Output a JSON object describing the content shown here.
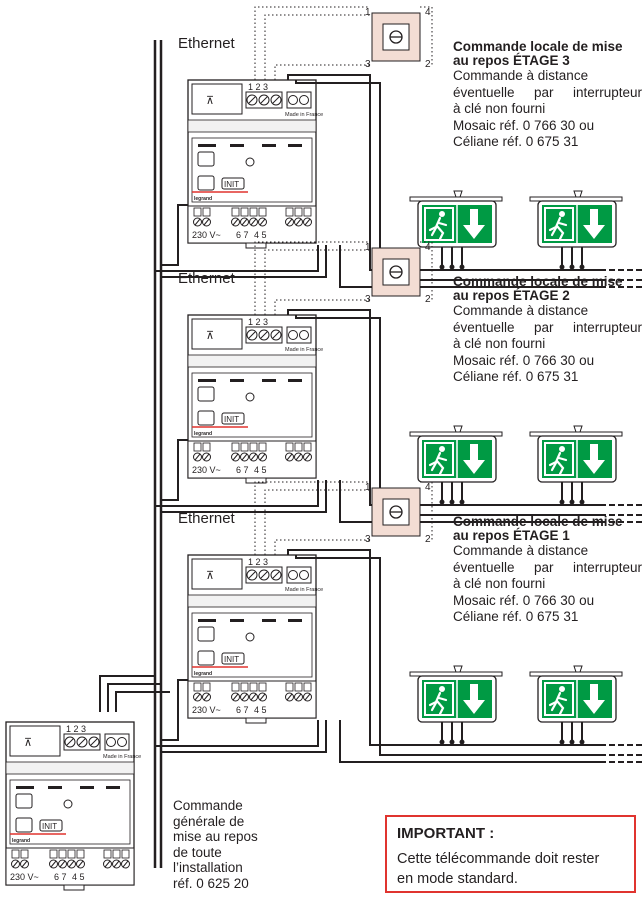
{
  "ethernet_label": "Ethernet",
  "floors": [
    {
      "title_line1": "Commande locale de mise",
      "title_line2": "au repos ÉTAGE 3",
      "line1": "Commande à distance",
      "line2": "éventuelle par interrupteur",
      "line3": "à clé non fourni",
      "line4": "Mosaic réf. 0 766 30 ou",
      "line5": "Céliane réf. 0 675 31"
    },
    {
      "title_line1": "Commande locale de mise",
      "title_line2": "au repos ÉTAGE 2",
      "line1": "Commande à distance",
      "line2": "éventuelle par interrupteur",
      "line3": "à clé non fourni",
      "line4": "Mosaic réf. 0 766 30 ou",
      "line5": "Céliane réf. 0 675 31"
    },
    {
      "title_line1": "Commande locale de mise",
      "title_line2": "au repos ÉTAGE 1",
      "line1": "Commande à distance",
      "line2": "éventuelle par interrupteur",
      "line3": "à clé non fourni",
      "line4": "Mosaic réf. 0 766 30 ou",
      "line5": "Céliane réf. 0 675 31"
    }
  ],
  "switch_pins": [
    "1",
    "2",
    "3",
    "4"
  ],
  "module": {
    "terminals_top": "1 2 3",
    "made_in": "Made in France",
    "voltage": "230 V~",
    "terminals_bottom_a": "6 7",
    "terminals_bottom_b": "4 5",
    "init": "INIT",
    "brand": "legrand"
  },
  "general_command": {
    "line1": "Commande",
    "line2": "générale de",
    "line3": "mise au repos",
    "line4": "de toute",
    "line5": "l’installation",
    "line6": "réf. 0 625 20"
  },
  "important": {
    "title": "IMPORTANT :",
    "line1": "Cette télécommande doit rester",
    "line2": "en mode standard."
  },
  "colors": {
    "accent_red": "#e0342f",
    "exit_sign_green": "#009a44",
    "switch_plate": "#f3ddd4",
    "wire": "#231f20"
  }
}
